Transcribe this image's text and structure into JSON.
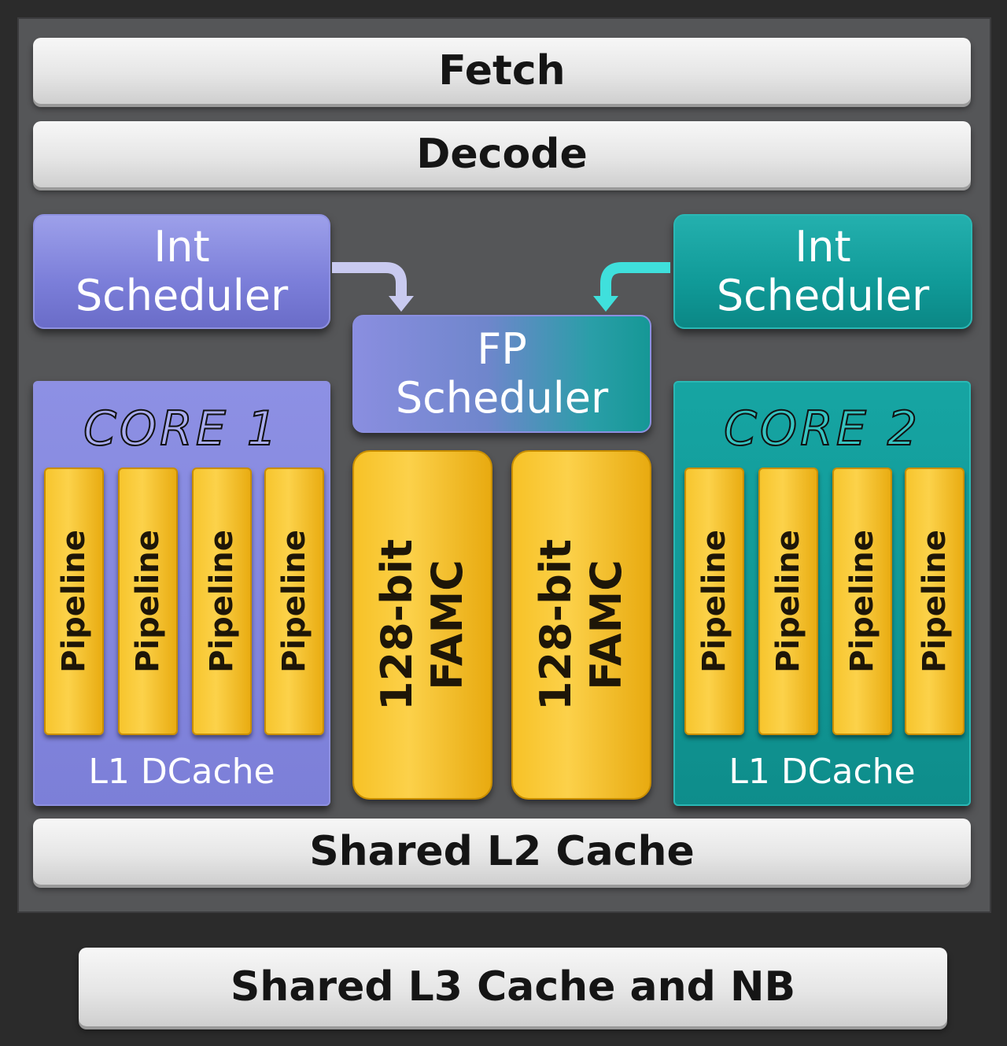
{
  "stages": {
    "fetch": "Fetch",
    "decode": "Decode",
    "l2": "Shared L2 Cache",
    "l3": "Shared L3 Cache and NB"
  },
  "left_scheduler": {
    "line1": "Int",
    "line2": "Scheduler"
  },
  "right_scheduler": {
    "line1": "Int",
    "line2": "Scheduler"
  },
  "fp_scheduler": {
    "line1": "FP",
    "line2": "Scheduler"
  },
  "core1": {
    "title": "CORE 1",
    "pipelines": [
      "Pipeline",
      "Pipeline",
      "Pipeline",
      "Pipeline"
    ],
    "cache": "L1 DCache"
  },
  "core2": {
    "title": "CORE 2",
    "pipelines": [
      "Pipeline",
      "Pipeline",
      "Pipeline",
      "Pipeline"
    ],
    "cache": "L1 DCache"
  },
  "fpu": [
    {
      "line1": "128-bit",
      "line2": "FAMC"
    },
    {
      "line1": "128-bit",
      "line2": "FAMC"
    }
  ],
  "colors": {
    "core1": "#7c7fd8",
    "core2": "#0e8d8b",
    "execution_units": "#f7c227",
    "arrow_left": "#c9caf0",
    "arrow_right": "#3fe0dc"
  }
}
